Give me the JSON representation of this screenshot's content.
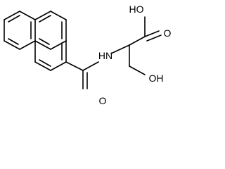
{
  "molecule": {
    "atoms": {
      "carboxyl_hydroxyl": "HO",
      "carboxyl_oxygen": "O",
      "amide_nitrogen": "HN",
      "amide_oxygen": "O",
      "side_chain_hydroxyl": "OH"
    },
    "colors": {
      "bond": "#000000",
      "text": "#000000",
      "background": "#ffffff"
    }
  }
}
